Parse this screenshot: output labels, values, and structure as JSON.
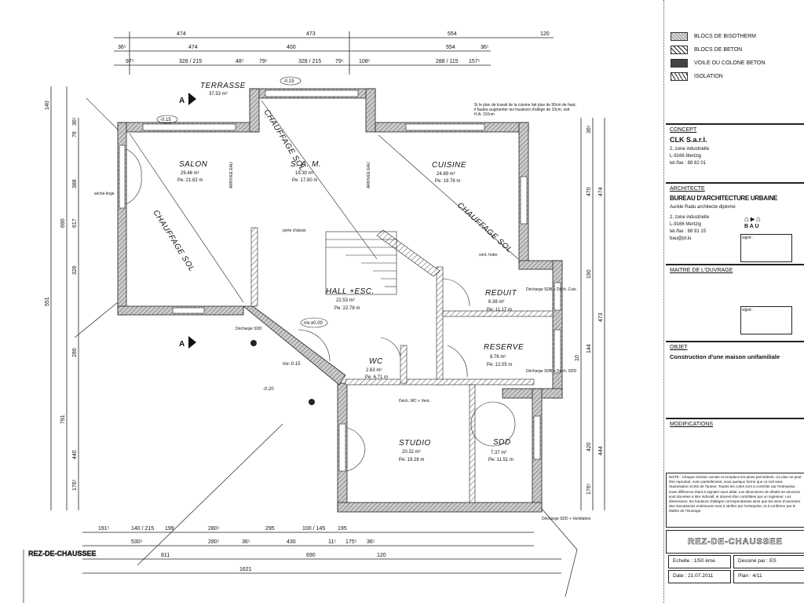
{
  "plan": {
    "title": "REZ-DE-CHAUSSEE",
    "section_marker": "A",
    "rooms": [
      {
        "name": "TERRASSE",
        "area": "37.53 m²"
      },
      {
        "name": "SALON",
        "area": "29.46 m²",
        "perimeter": "Pe: 21.82 m"
      },
      {
        "name": "S. A. M.",
        "area": "19.30 m²",
        "perimeter": "Pe: 17.80 m"
      },
      {
        "name": "CUISINE",
        "area": "24.89 m²",
        "perimeter": "Pe: 19.78 m"
      },
      {
        "name": "HALL +ESC.",
        "area": "22.53 m²",
        "perimeter": "Pe: 22.78 m"
      },
      {
        "name": "REDUIT",
        "area": "6.38 m²",
        "perimeter": "Pe: 11.17 m"
      },
      {
        "name": "RESERVE",
        "area": "8.76 m²",
        "perimeter": "Pe: 12.05 m"
      },
      {
        "name": "WC",
        "area": "2.63 m²",
        "perimeter": "Pe: 6.71 m"
      },
      {
        "name": "STUDIO",
        "area": "20.32 m²",
        "perimeter": "Pe: 19.28 m"
      },
      {
        "name": "SDD",
        "area": "7.37 m²",
        "perimeter": "Pe: 11.51 m"
      }
    ],
    "labels": {
      "heating1": "CHAUFFAGE SOL",
      "heating2": "CHAUFFAGE SOL",
      "heating3": "CHAUFFAGE SOL",
      "level_terrace": "-0.15",
      "level_sam": "-0.15",
      "level_hall": "niv.±0.00",
      "level_entry": "niv.-0.15",
      "level_out": "-0.20",
      "arrivee_eau1": "ARRIVEE EAU",
      "arrivee_eau2": "ARRIVEE EAU",
      "kitchen_note": "Si le plan de travail de la cuisine fait plus de 90cm de haut, il faudra augmenter les hauteurs d'allège de 10cm, soit H.A. 110cm",
      "douche_reduit": "Décharge SDB + Déch. Cuis.",
      "douche_reserve": "Décharge SDB + Déch. SDD",
      "douche_wc": "Déch. WC + Vent.",
      "douche_sdd": "Décharge SDD + Ventilation",
      "decharge_sdd_left": "Décharge SDD",
      "sechoir": "sèche-linge",
      "porte_chassis": "porte châssis",
      "vent_hotte": "vent. hotte"
    },
    "dims_top": [
      [
        "474",
        "473",
        "554",
        "120"
      ],
      [
        "36⁵",
        "474",
        "400",
        "554",
        "36⁵"
      ],
      [
        "97⁵",
        "328 / 215",
        "48⁵",
        "79⁵",
        "328 / 215",
        "79⁵",
        "108⁵",
        "288 / 115",
        "157⁵"
      ]
    ],
    "dims_bottom": [
      [
        "191⁵",
        "140 / 215",
        "199",
        "280⁵",
        "295",
        "100 / 145",
        "195"
      ],
      [
        "530⁵",
        "280⁵",
        "36⁵",
        "430",
        "11⁵",
        "175⁵",
        "36⁵"
      ],
      [
        "811",
        "690",
        "120"
      ],
      [
        "1621"
      ]
    ],
    "dims_left": [
      "140",
      "551",
      "690",
      "617",
      "388",
      "326",
      "280",
      "791",
      "440",
      "176⁵",
      "76",
      "36⁵"
    ],
    "dims_right": [
      "474",
      "470",
      "190",
      "144",
      "473",
      "444",
      "420",
      "176⁵",
      "10",
      "36⁵"
    ]
  },
  "panel": {
    "legend": [
      {
        "label": "BLOCS DE BISOTHERM",
        "pattern": "fine-hatch"
      },
      {
        "label": "BLOCS DE BETON",
        "pattern": "diagonal"
      },
      {
        "label": "VOILE OU COLONE BETON",
        "pattern": "dark"
      },
      {
        "label": "ISOLATION",
        "pattern": "zigzag"
      }
    ],
    "concept": {
      "header": "CONCEPT",
      "company": "CLK S.a.r.l.",
      "address1": "2, zone industrielle",
      "address2": "L-9166    Mertzig",
      "phone": "tel./fax : 88 82 01"
    },
    "architecte": {
      "header": "ARCHITECTE",
      "company": "BUREAU D'ARCHITECTURE URBAINE",
      "person": "Aurèle Radu architecte diplomé",
      "address1": "2, zone industrielle",
      "address2": "L-9166    Mertzig",
      "phone": "tel./fax : 88 91 15",
      "email": "bau@pt.lu",
      "logo": "B A U",
      "sign_label": "signé :"
    },
    "maitre": {
      "header": "MAITRE DE L'OUVRAGE",
      "sign_label": "signé :"
    },
    "objet": {
      "header": "OBJET",
      "text": "Construction d'une maison unifamiliale"
    },
    "modifications": {
      "header": "MODIFICATIONS"
    },
    "note": "NOTE : Chaque révision annule et remplace les plans précédents. Ce plan ne peut être reproduit, even partiellement, sous quelque forme que ce soit sans l'autorisation écrite de l'auteur. Toutes les cotes sont à contrôler par l'entreprise, toute différence étant à signaler sans délai. Les dimensions de détails de structure sont données à titre indicatif, et doivent être contrôlées par un ingénieur. Les dimensions, les hauteurs d'allèges correspondantes ainsi que les sens d'ouverture des menuiseries extérieures sont à vérifier par l'entreprise, et à confirmer par le Maître de l'Ouvrage.",
    "plan_title": "REZ-DE-CHAUSSEE",
    "echelle": "Echelle : 1/50 ème",
    "dessine": "Dessiné par :   ES",
    "date": "Date : 21.07.2011",
    "plan_no": "Plan :   4/11"
  }
}
